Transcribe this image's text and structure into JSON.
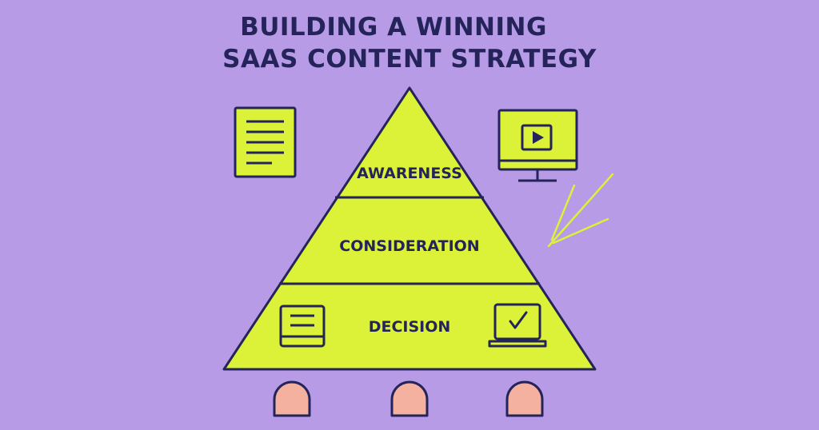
{
  "header": {
    "title_line1": "BUILDING A WINNING",
    "title_line2": "SAAS CONTENT STRATEGY"
  },
  "pyramid": {
    "tiers": [
      {
        "label": "AWARENESS"
      },
      {
        "label": "CONSIDERATION"
      },
      {
        "label": "DECISION"
      }
    ]
  },
  "colors": {
    "background": "#b79be6",
    "pyramid_fill": "#dcf238",
    "outline": "#25245a",
    "person": "#f4b1a0"
  },
  "icons": {
    "top_left": "document-icon",
    "top_right": "video-monitor-icon",
    "bottom_left": "content-card-icon",
    "bottom_right": "laptop-check-icon",
    "accent": "sparkle-lines-icon",
    "audience": "person-icon"
  }
}
